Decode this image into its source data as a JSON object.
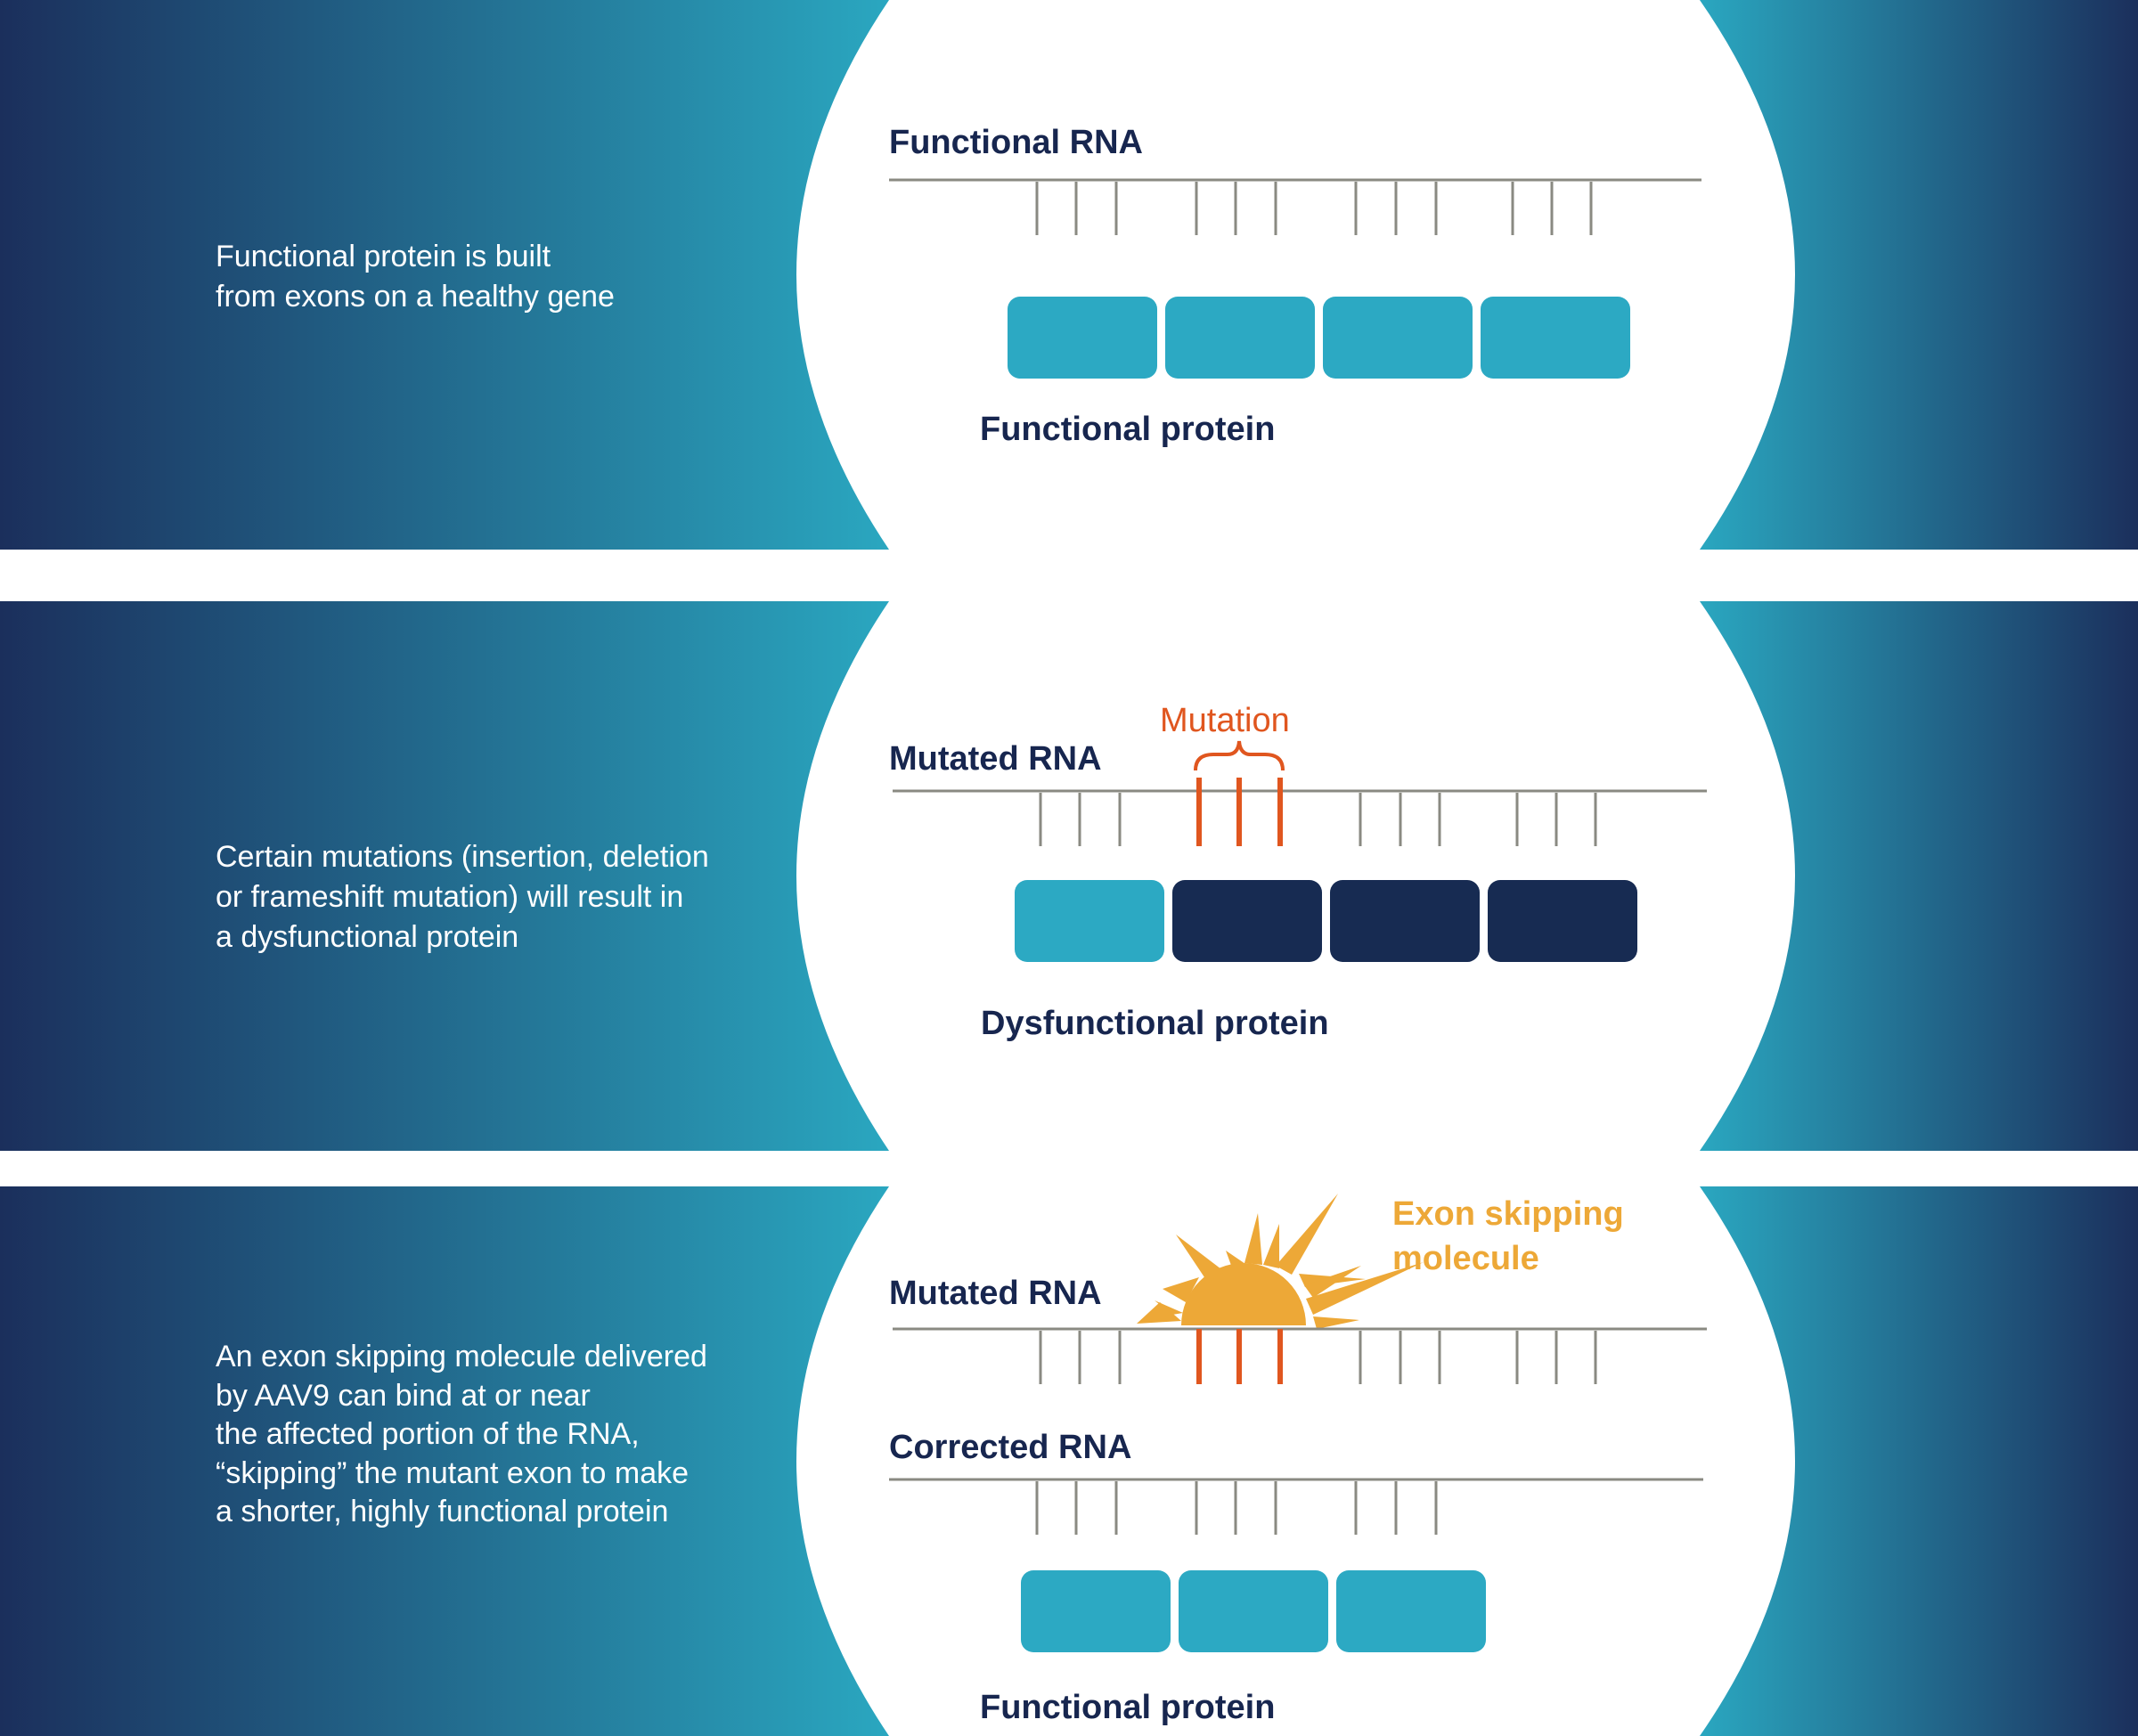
{
  "colors": {
    "navy": "#1b2f5c",
    "teal": "#2aa7c0",
    "exon_teal": "#2ca9c3",
    "exon_dark": "#172b52",
    "label_dark": "#17264f",
    "mutation_orange": "#e0561f",
    "molecule_gold": "#eda837",
    "rna_line_gray": "#8a8a82"
  },
  "panels": [
    {
      "description": [
        "Functional protein is built",
        "from exons on a healthy gene"
      ],
      "rna_label": "Functional RNA",
      "protein_label": "Functional protein",
      "exons": [
        "functional",
        "functional",
        "functional",
        "functional"
      ]
    },
    {
      "description": [
        "Certain mutations (insertion, deletion",
        "or frameshift mutation) will result in",
        "a dysfunctional protein"
      ],
      "rna_label": "Mutated RNA",
      "mutation_label": "Mutation",
      "protein_label": "Dysfunctional protein",
      "exons": [
        "functional",
        "dysfunctional",
        "dysfunctional",
        "dysfunctional"
      ]
    },
    {
      "description": [
        "An exon skipping molecule delivered",
        "by AAV9 can bind at or near",
        "the affected portion of the RNA,",
        "“skipping” the mutant exon to make",
        "a shorter, highly functional protein"
      ],
      "rna_label": "Mutated RNA",
      "molecule_label": [
        "Exon skipping",
        "molecule"
      ],
      "corrected_label": "Corrected RNA",
      "protein_label": "Functional protein",
      "exons": [
        "functional",
        "functional",
        "functional"
      ]
    }
  ],
  "icons": [
    "exon-skipping-molecule-icon",
    "mutation-brace-icon"
  ]
}
